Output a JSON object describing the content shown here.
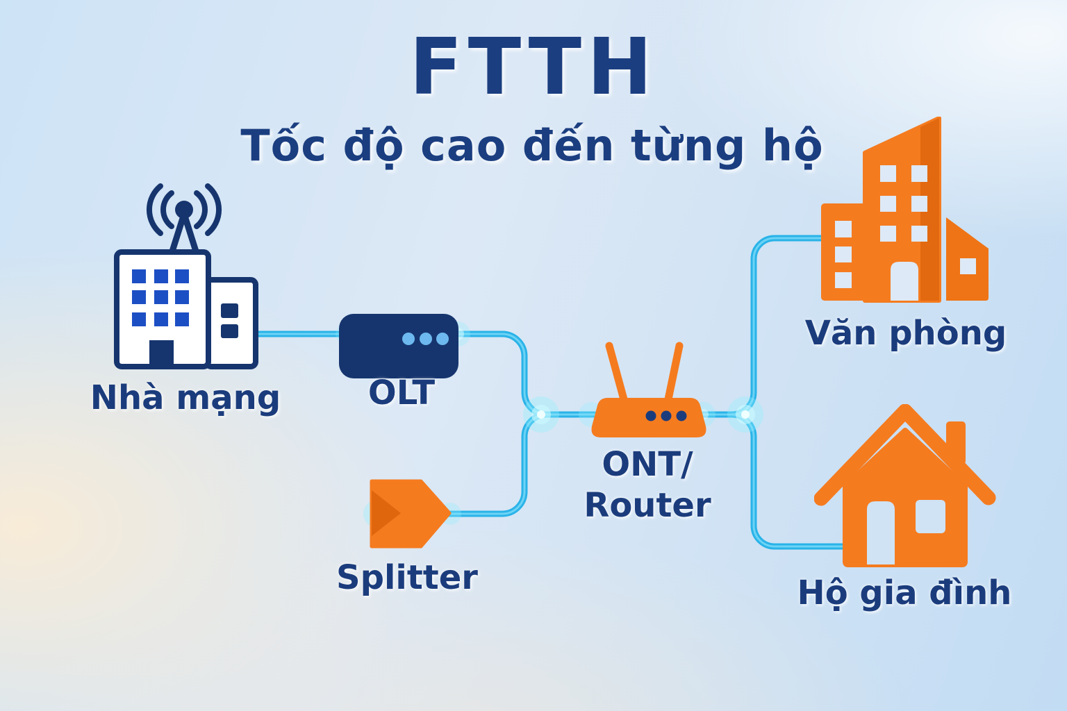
{
  "title": "FTTH",
  "subtitle": "Tốc độ cao đến từng hộ",
  "nodes": {
    "provider": {
      "label": "Nhà mạng"
    },
    "olt": {
      "label": "OLT"
    },
    "splitter": {
      "label": "Splitter"
    },
    "router": {
      "label_line1": "ONT/",
      "label_line2": "Router"
    },
    "office": {
      "label": "Văn phòng"
    },
    "home": {
      "label": "Hộ gia đình"
    }
  },
  "colors": {
    "navy_text": "#1b3c7c",
    "navy_icon": "#16356e",
    "window_blue": "#1d4fc4",
    "orange": "#f57b1f",
    "orange_dark": "#e0660e",
    "fiber_cyan": "#29b3e8",
    "fiber_highlight": "#a5ecff",
    "olt_dot_blue": "#6db9ef"
  }
}
